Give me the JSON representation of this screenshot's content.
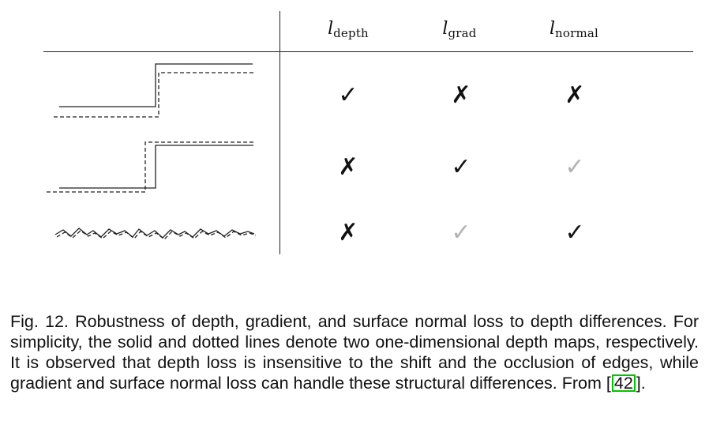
{
  "table": {
    "columns": [
      {
        "base": "l",
        "sub": "depth"
      },
      {
        "base": "l",
        "sub": "grad"
      },
      {
        "base": "l",
        "sub": "normal"
      }
    ],
    "rows": [
      {
        "sketch": "step-function-vertical-shift",
        "marks": [
          {
            "glyph": "✓",
            "tone": "black"
          },
          {
            "glyph": "✗",
            "tone": "black"
          },
          {
            "glyph": "✗",
            "tone": "black"
          }
        ]
      },
      {
        "sketch": "step-function-edge-shift",
        "marks": [
          {
            "glyph": "✗",
            "tone": "black"
          },
          {
            "glyph": "✓",
            "tone": "black"
          },
          {
            "glyph": "✓",
            "tone": "gray"
          }
        ]
      },
      {
        "sketch": "zigzag-noise-lines",
        "marks": [
          {
            "glyph": "✗",
            "tone": "black"
          },
          {
            "glyph": "✓",
            "tone": "gray"
          },
          {
            "glyph": "✓",
            "tone": "black"
          }
        ]
      }
    ]
  },
  "caption": {
    "text": "Fig. 12. Robustness of depth, gradient, and surface normal loss to depth differences. For simplicity, the solid and dotted lines denote two one-dimensional depth maps, respectively. It is observed that depth loss is insensitive to the shift and the occlusion of edges, while gradient and surface normal loss can handle these structural differences. From ",
    "citation_open": "[",
    "citation_number": "42",
    "citation_close": "]",
    "period": "."
  },
  "colors": {
    "mark_black": "#111111",
    "mark_gray": "#b3b3b3",
    "citation_box": "#00c400",
    "line": "#222222"
  }
}
